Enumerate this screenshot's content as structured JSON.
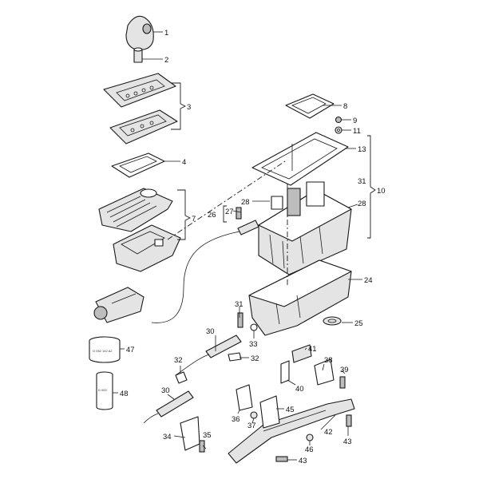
{
  "callouts": {
    "c1": "1",
    "c2": "2",
    "c3": "3",
    "c4": "4",
    "c7": "7",
    "c8": "8",
    "c9": "9",
    "c10": "10",
    "c11": "11",
    "c13": "13",
    "c24": "24",
    "c25": "25",
    "c26": "26",
    "c27": "27",
    "c28a": "28",
    "c28b": "28",
    "c30a": "30",
    "c30b": "30",
    "c31a": "31",
    "c31b": "31",
    "c32a": "32",
    "c32b": "32",
    "c33": "33",
    "c34": "34",
    "c35": "35",
    "c36": "36",
    "c37": "37",
    "c38": "38",
    "c39": "39",
    "c40": "40",
    "c41": "41",
    "c42": "42",
    "c43a": "43",
    "c43b": "43",
    "c45": "45",
    "c46": "46",
    "c47": "47",
    "c48": "48"
  },
  "part_labels": {
    "seal_tube_text": "G 052 142 A2",
    "bottle_text": "D 000"
  }
}
